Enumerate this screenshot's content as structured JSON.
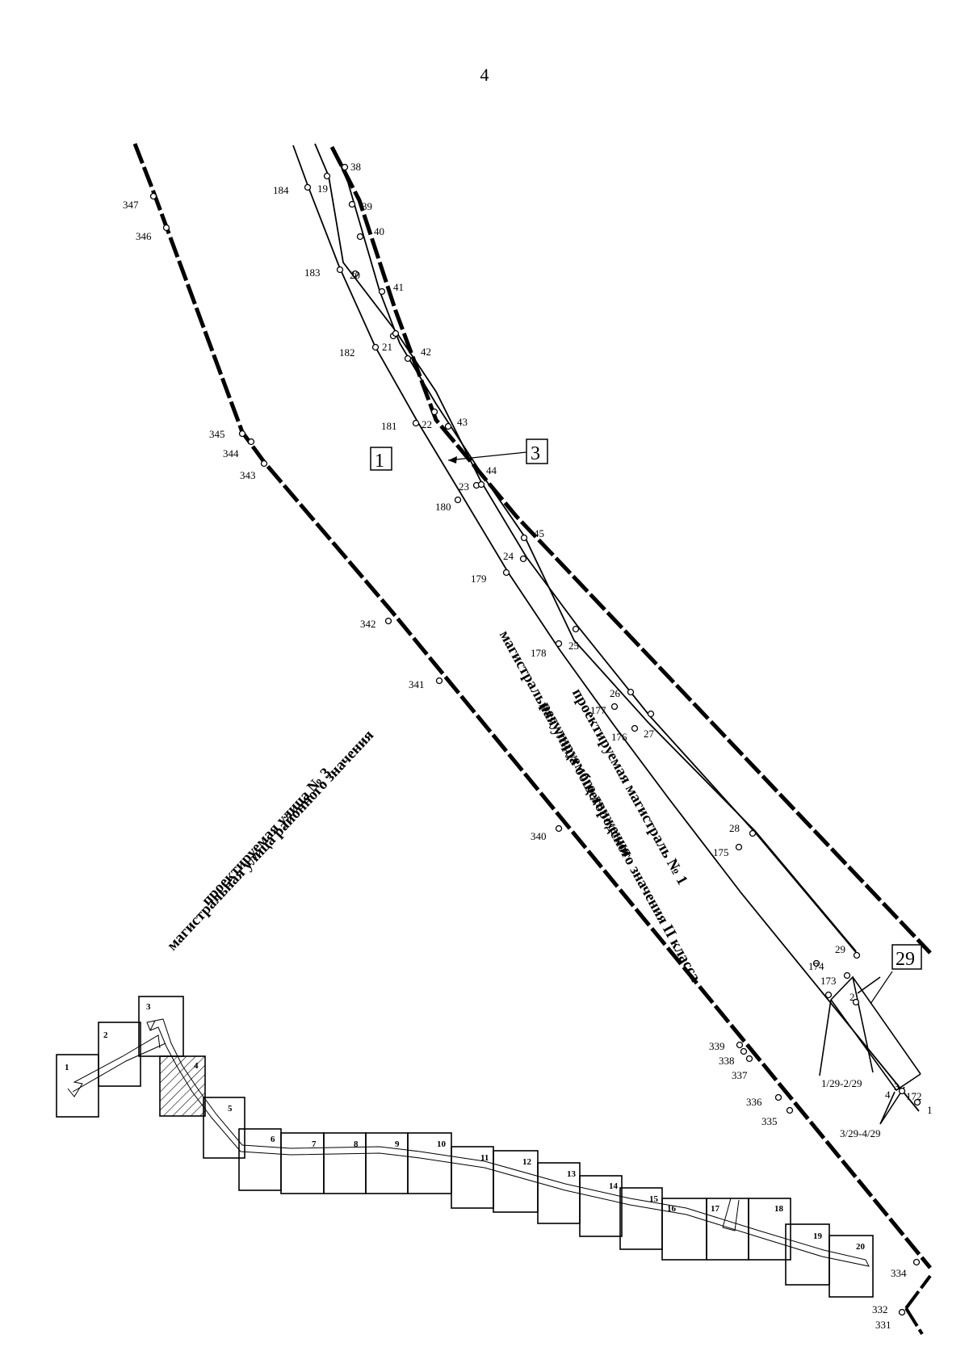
{
  "page_number": "4",
  "streets": {
    "street3_line1": "проектируемая улица № 3",
    "street3_line2": "магистральная улица районного значения",
    "main1_line1": "проектируемая магистраль № 1",
    "main1_line2": "магистральная улица общегородского значения II класса",
    "main1_line3": "регулируемого движения"
  },
  "zone_labels": {
    "zone1": "1",
    "zone3": "3",
    "zone29": "29"
  },
  "points": {
    "p19": "19",
    "p20": "20",
    "p21": "21",
    "p22": "22",
    "p23": "23",
    "p24": "24",
    "p25": "25",
    "p26": "26",
    "p27": "27",
    "p28": "28",
    "p29": "29",
    "p38": "38",
    "p39": "39",
    "p40": "40",
    "p41": "41",
    "p42": "42",
    "p43": "43",
    "p44": "44",
    "p45": "45",
    "p172": "172",
    "p173": "173",
    "p174": "174",
    "p175": "175",
    "p176": "176",
    "p177": "177",
    "p178": "178",
    "p179": "179",
    "p180": "180",
    "p181": "181",
    "p182": "182",
    "p183": "183",
    "p184": "184",
    "p331": "331",
    "p332": "332",
    "p334": "334",
    "p335": "335",
    "p336": "336",
    "p337": "337",
    "p338": "338",
    "p339": "339",
    "p340": "340",
    "p341": "341",
    "p342": "342",
    "p343": "343",
    "p344": "344",
    "p345": "345",
    "p346": "346",
    "p347": "347",
    "k1": "1",
    "k2": "2",
    "k3": "3",
    "k4": "4",
    "k129_229": "1/29-2/29",
    "k329_429": "3/29-4/29"
  },
  "sheets": [
    "1",
    "2",
    "3",
    "4",
    "5",
    "6",
    "7",
    "8",
    "9",
    "10",
    "11",
    "12",
    "13",
    "14",
    "15",
    "16",
    "17",
    "18",
    "19",
    "20"
  ],
  "highlighted_sheet": "4"
}
